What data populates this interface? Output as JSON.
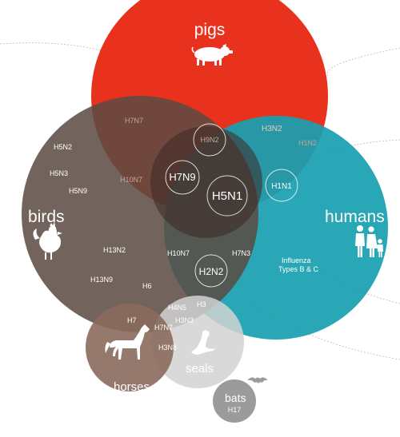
{
  "groups": {
    "pigs": "pigs",
    "birds": "birds",
    "humans": "humans",
    "horses": "horses",
    "seals": "seals",
    "bats": "bats"
  },
  "strains": {
    "h7n7": "H7N7",
    "h9n2": "H9N2",
    "h3n2": "H3N2",
    "h1n2": "H1N2",
    "h5n2": "H5N2",
    "h5n3": "H5N3",
    "h5n9": "H5N9",
    "h10n7_top": "H10N7",
    "h7n9": "H7N9",
    "h5n1": "H5N1",
    "h1n1": "H1N1",
    "h10n7_mid": "H10N7",
    "h7n3": "H7N3",
    "h2n2": "H2N2",
    "h13n2": "H13N2",
    "h13n9": "H13N9",
    "h6": "H6",
    "h4n5": "H4N5",
    "h3": "H3",
    "h7": "H7",
    "h7n7_low": "H7N7",
    "h3n3": "H3N3",
    "h3n8": "H3N8",
    "h17": "H17"
  },
  "notes": {
    "influenza_line1": "Influenza",
    "influenza_line2": "Types B & C"
  },
  "icons": [
    "pig-icon",
    "rooster-icon",
    "family-icon",
    "horse-icon",
    "seal-icon",
    "bat-icon"
  ],
  "colors": {
    "pigs": "#e8321e",
    "birds": "#5b4a42",
    "humans": "#1aa0b0",
    "horses": "#8a6a5c",
    "seals": "#cccccc",
    "bats": "#9b9b9b"
  }
}
